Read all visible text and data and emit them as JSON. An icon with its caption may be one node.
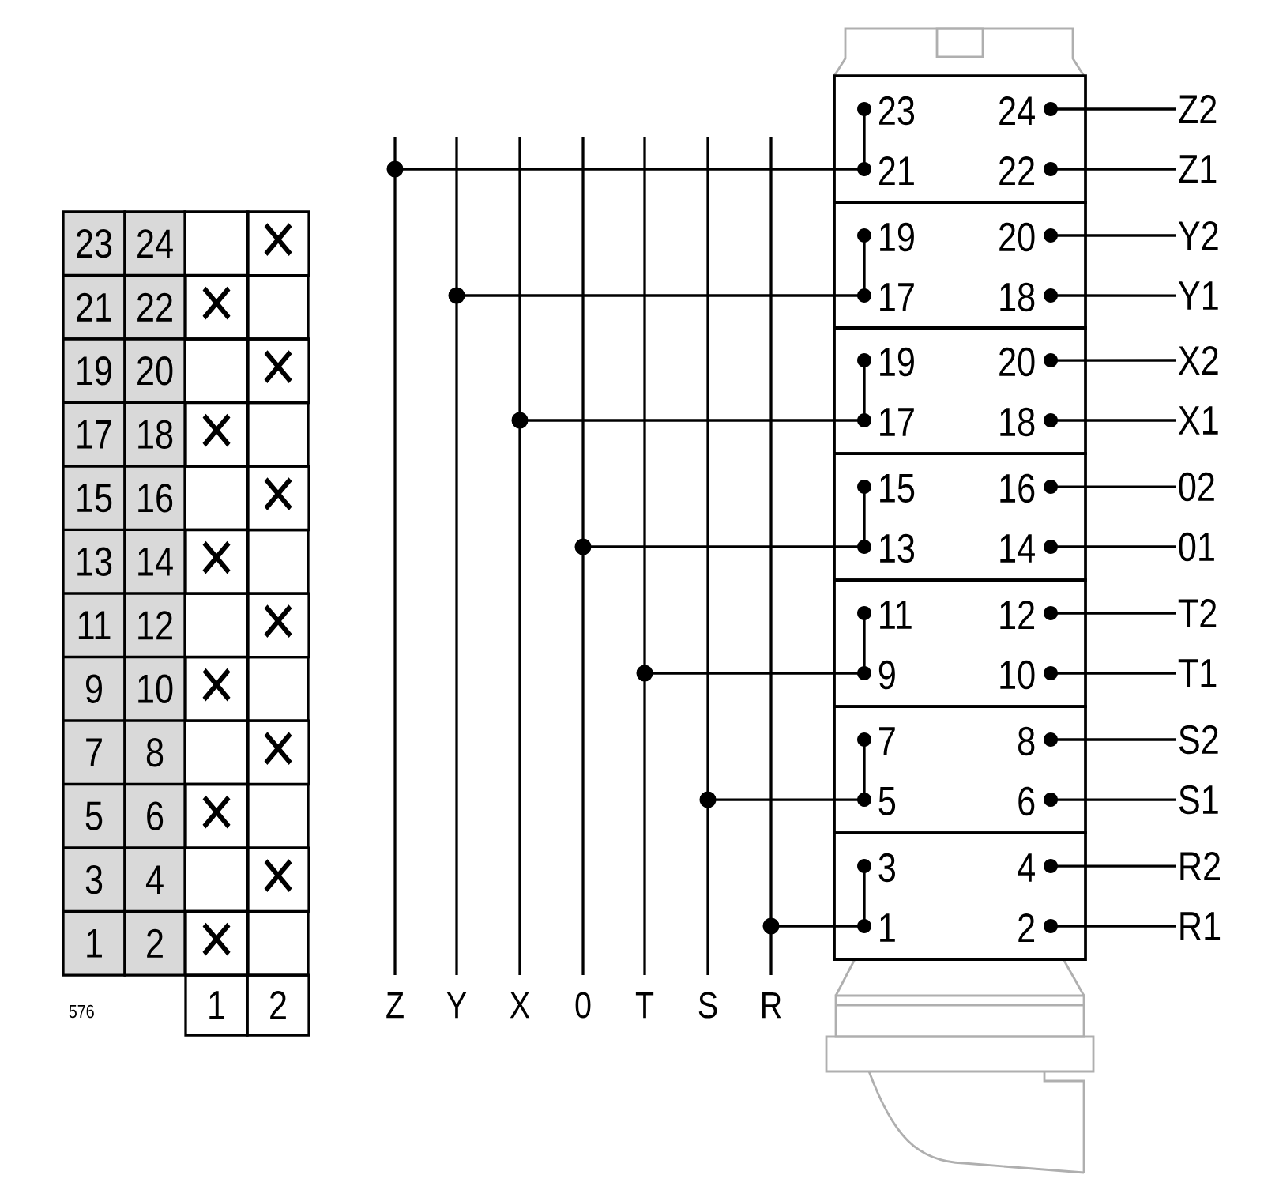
{
  "diagram": {
    "nodes": [
      {
        "text": [
          "Z"
        ]
      },
      {
        "text": [
          "Y"
        ]
      },
      {
        "text": [
          "X"
        ]
      },
      {
        "text": [
          "0"
        ]
      },
      {
        "text": [
          "T"
        ]
      },
      {
        "text": [
          "S"
        ]
      },
      {
        "text": [
          "R"
        ]
      },
      {
        "text": [
          "23",
          "24",
          "21",
          "22"
        ]
      },
      {
        "text": [
          "19",
          "20",
          "17",
          "18"
        ]
      },
      {
        "text": [
          "19",
          "20",
          "17",
          "18"
        ]
      },
      {
        "text": [
          "15",
          "16",
          "13",
          "14"
        ]
      },
      {
        "text": [
          "11",
          "12",
          "9",
          "10"
        ]
      },
      {
        "text": [
          "7",
          "8",
          "5",
          "6"
        ]
      },
      {
        "text": [
          "3",
          "4",
          "1",
          "2"
        ]
      },
      {
        "text": [
          "Z2"
        ]
      },
      {
        "text": [
          "Z1"
        ]
      },
      {
        "text": [
          "Y2"
        ]
      },
      {
        "text": [
          "Y1"
        ]
      },
      {
        "text": [
          "X2"
        ]
      },
      {
        "text": [
          "X1"
        ]
      },
      {
        "text": [
          "02"
        ]
      },
      {
        "text": [
          "01"
        ]
      },
      {
        "text": [
          "T2"
        ]
      },
      {
        "text": [
          "T1"
        ]
      },
      {
        "text": [
          "S2"
        ]
      },
      {
        "text": [
          "S1"
        ]
      },
      {
        "text": [
          "R2"
        ]
      },
      {
        "text": [
          "R1"
        ]
      }
    ],
    "edges": [
      {
        "from": 0,
        "to": 7,
        "arrow": "other"
      },
      {
        "from": 1,
        "to": 8,
        "arrow": "other"
      },
      {
        "from": 2,
        "to": 9,
        "arrow": "other"
      },
      {
        "from": 3,
        "to": 10,
        "arrow": "other"
      },
      {
        "from": 4,
        "to": 11,
        "arrow": "other"
      },
      {
        "from": 5,
        "to": 12,
        "arrow": "other"
      },
      {
        "from": 6,
        "to": 13,
        "arrow": "other"
      },
      {
        "from": 7,
        "to": 14,
        "arrow": "none"
      },
      {
        "from": 7,
        "to": 15,
        "arrow": "none"
      },
      {
        "from": 8,
        "to": 16,
        "arrow": "none"
      },
      {
        "from": 8,
        "to": 17,
        "arrow": "none"
      },
      {
        "from": 9,
        "to": 18,
        "arrow": "none"
      },
      {
        "from": 9,
        "to": 19,
        "arrow": "none"
      },
      {
        "from": 10,
        "to": 20,
        "arrow": "none"
      },
      {
        "from": 10,
        "to": 21,
        "arrow": "none"
      },
      {
        "from": 11,
        "to": 22,
        "arrow": "none"
      },
      {
        "from": 11,
        "to": 23,
        "arrow": "none"
      },
      {
        "from": 12,
        "to": 24,
        "arrow": "none"
      },
      {
        "from": 12,
        "to": 25,
        "arrow": "none"
      },
      {
        "from": 13,
        "to": 26,
        "arrow": "none"
      },
      {
        "from": 13,
        "to": 27,
        "arrow": "none"
      }
    ],
    "labels": [
      "23",
      "24",
      "×",
      "21",
      "22",
      "×",
      "19",
      "20",
      "×",
      "17",
      "18",
      "×",
      "15",
      "16",
      "×",
      "13",
      "14",
      "×",
      "11",
      "12",
      "×",
      "9",
      "10",
      "×",
      "7",
      "8",
      "×",
      "5",
      "6",
      "×",
      "3",
      "4",
      "×",
      "1",
      "2",
      "×",
      "576",
      "1",
      "2"
    ]
  }
}
